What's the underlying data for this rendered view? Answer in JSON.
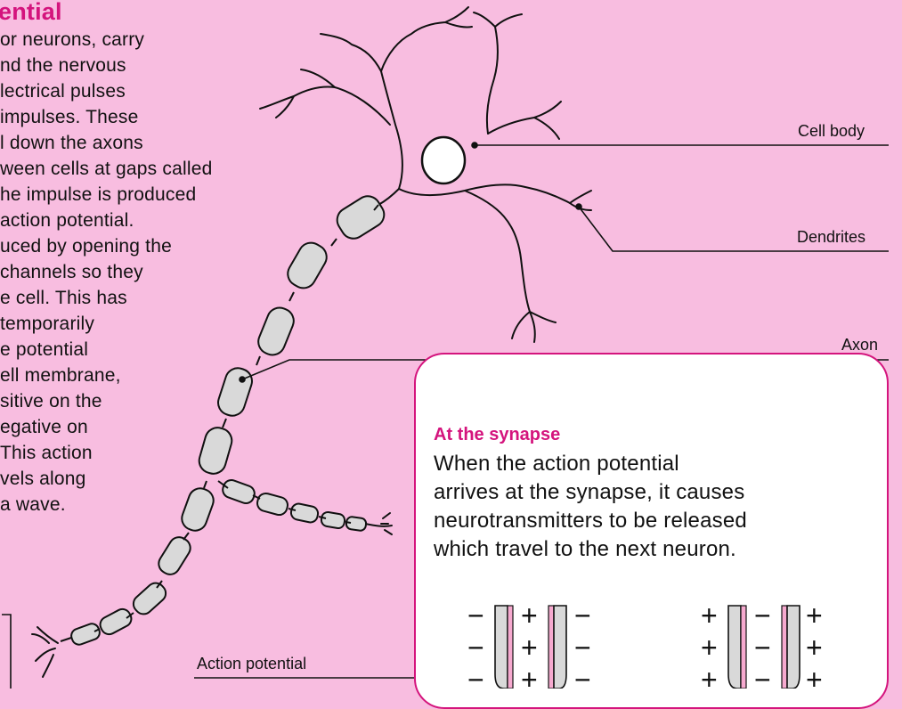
{
  "heading": "ential",
  "body_lines": [
    "or neurons, carry",
    "nd the nervous",
    "lectrical pulses",
    " impulses. These",
    "l down the axons",
    "ween cells at gaps called",
    "he impulse is produced",
    "action potential.",
    "uced by opening the",
    "channels so they",
    "e cell. This has",
    "temporarily",
    "e potential",
    "ell membrane,",
    "sitive on the",
    "egative on",
    "This action",
    "vels along",
    "a wave."
  ],
  "labels": {
    "cell_body": "Cell body",
    "dendrites": "Dendrites",
    "axon": "Axon",
    "action_potential": "Action potential"
  },
  "synapse_box": {
    "title": "At the synapse",
    "lines": [
      "When the action potential",
      "arrives at the synapse, it causes",
      "neurotransmitters to be released",
      "which travel to the next neuron."
    ]
  },
  "membrane_symbols": {
    "left": {
      "outer": "−",
      "inner": "+"
    },
    "right": {
      "outer": "+",
      "inner": "−"
    }
  },
  "colors": {
    "background": "#f8bde0",
    "accent": "#d4147d",
    "box_fill": "#ffffff",
    "myelin": "#d9d9d9",
    "membrane_pink": "#f6a9cf"
  }
}
